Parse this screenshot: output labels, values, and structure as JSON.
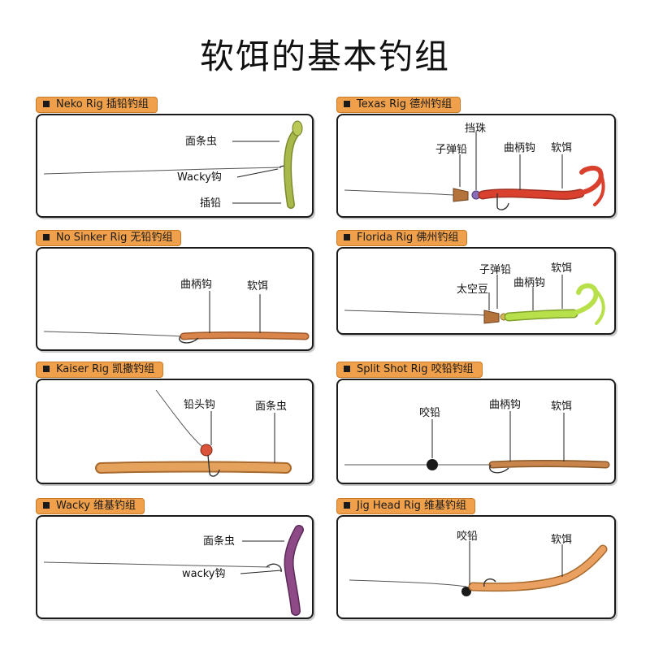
{
  "title": "软饵的基本钓组",
  "panels": {
    "neko": {
      "tag": "Neko Rig 插铅钓组",
      "labels": [
        "面条虫",
        "Wacky钩",
        "插铅"
      ]
    },
    "texas": {
      "tag": "Texas Rig 德州钓组",
      "labels": [
        "挡珠",
        "子弹铅",
        "曲柄钩",
        "软饵"
      ]
    },
    "nosinker": {
      "tag": "No Sinker Rig 无铅钓组",
      "labels": [
        "曲柄钩",
        "软饵"
      ]
    },
    "florida": {
      "tag": "Florida Rig 佛州钓组",
      "labels": [
        "子弹铅",
        "软饵",
        "曲柄钩",
        "太空豆"
      ]
    },
    "kaiser": {
      "tag": "Kaiser Rig 凯撒钓组",
      "labels": [
        "铅头钩",
        "面条虫"
      ]
    },
    "splitshot": {
      "tag": "Split Shot Rig 咬铅钓组",
      "labels": [
        "咬铅",
        "曲柄钩",
        "软饵"
      ]
    },
    "wacky": {
      "tag": "Wacky 维基钓组",
      "labels": [
        "面条虫",
        "wacky钩"
      ]
    },
    "jighead": {
      "tag": "Jig Head Rig 维基钓组",
      "labels": [
        "咬铅",
        "软饵"
      ]
    }
  },
  "colors": {
    "tag_bg": "#f0a04a",
    "worm_orange": "#d9844a",
    "neko_green": "#a9b84a",
    "curly_red": "#d9412e",
    "curly_lime": "#b8e04a",
    "wacky_purple": "#8e4a86"
  }
}
